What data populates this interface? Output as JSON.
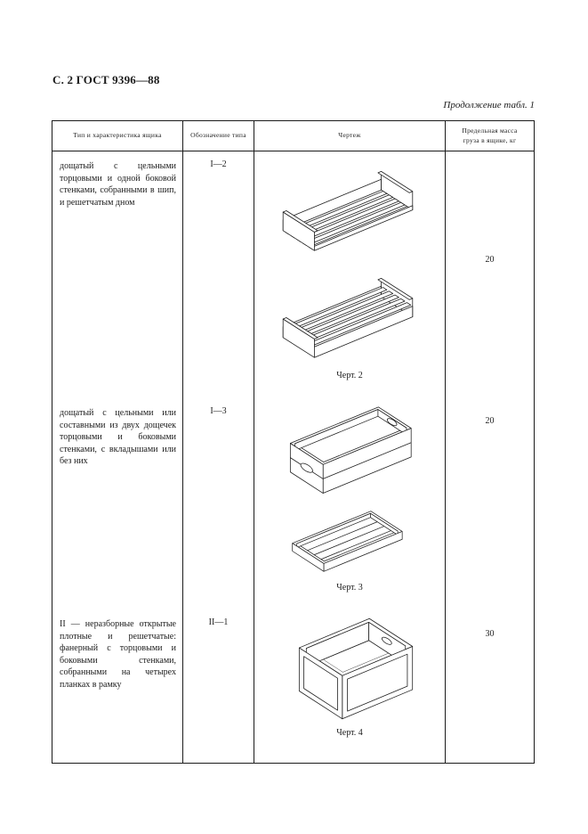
{
  "page": {
    "header": "С. 2 ГОСТ 9396—88",
    "table_continuation": "Продолжение табл. 1"
  },
  "table": {
    "columns": [
      {
        "label": "Тип и характеристика ящика"
      },
      {
        "label": "Обозначение типа"
      },
      {
        "label": "Чертеж"
      },
      {
        "label": "Предельная масса груза в ящике, кг"
      }
    ],
    "rows": [
      {
        "description": "дощатый с цельными торцовыми и одной боковой стенками, собранными в шип, и решетчатым дном",
        "designation": "I—2",
        "figures": [
          "slatted-bottom-tray-upper-view",
          "slatted-bottom-tray-lower-view"
        ],
        "figure_caption": "Черт. 2",
        "max_mass_kg": "20"
      },
      {
        "description": "дощатый с цельными или составными из двух дощечек торцовыми и боковыми стенками, с вкладышами или без них",
        "designation": "I—3",
        "figures": [
          "solid-wall-box-with-handholes",
          "shallow-plank-tray"
        ],
        "figure_caption": "Черт. 3",
        "max_mass_kg": "20"
      },
      {
        "description": "II — неразборные открытые плотные и решетчатые: фанерный с торцовыми и боковыми стенками, собранными на четырех планках в рамку",
        "designation": "II—1",
        "figures": [
          "plywood-framed-open-box"
        ],
        "figure_caption": "Черт. 4",
        "max_mass_kg": "30"
      }
    ]
  }
}
